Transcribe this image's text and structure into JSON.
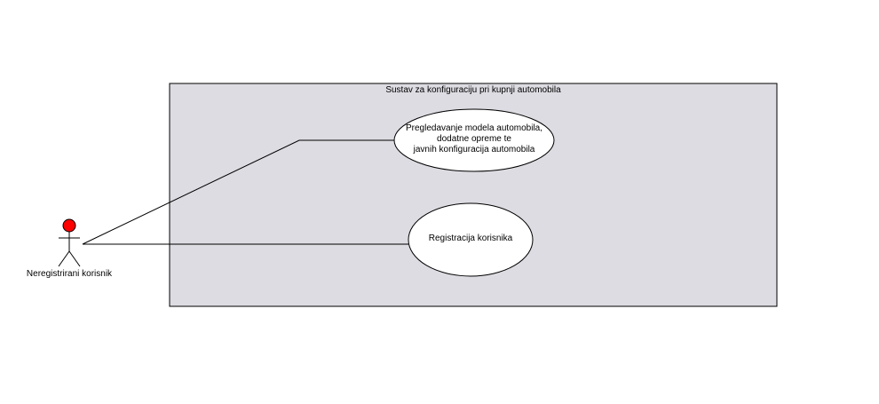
{
  "system": {
    "title": "Sustav za konfiguraciju pri kupnji automobila",
    "fill_color": "#dcdce2"
  },
  "actor": {
    "label": "Neregistrirani korisnik",
    "head_color": "#ff0000"
  },
  "use_cases": [
    {
      "lines": [
        "Pregledavanje modela automobila,",
        "dodatne opreme te",
        "javnih konfiguracija automobila"
      ]
    },
    {
      "lines": [
        "Registracija korisnika"
      ]
    }
  ]
}
